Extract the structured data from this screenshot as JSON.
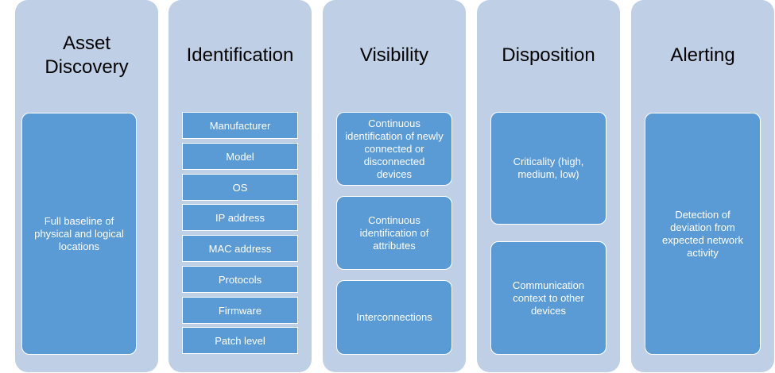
{
  "columns": [
    {
      "title": "Asset\nDiscovery",
      "boxes": [
        "Full baseline of physical and logical locations"
      ]
    },
    {
      "title": "Identification",
      "items": [
        "Manufacturer",
        "Model",
        "OS",
        "IP address",
        "MAC address",
        "Protocols",
        "Firmware",
        "Patch level"
      ]
    },
    {
      "title": "Visibility",
      "boxes": [
        "Continuous identification of newly connected or disconnected devices",
        "Continuous identification of attributes",
        "Interconnections"
      ]
    },
    {
      "title": "Disposition",
      "boxes": [
        "Criticality (high, medium, low)",
        "Communication context to other devices"
      ]
    },
    {
      "title": "Alerting",
      "boxes": [
        "Detection of deviation from expected network activity"
      ]
    }
  ],
  "colors": {
    "panel": "#bfd0e6",
    "box": "#5b9bd5",
    "box_text": "#ffffff",
    "title_text": "#000000"
  }
}
